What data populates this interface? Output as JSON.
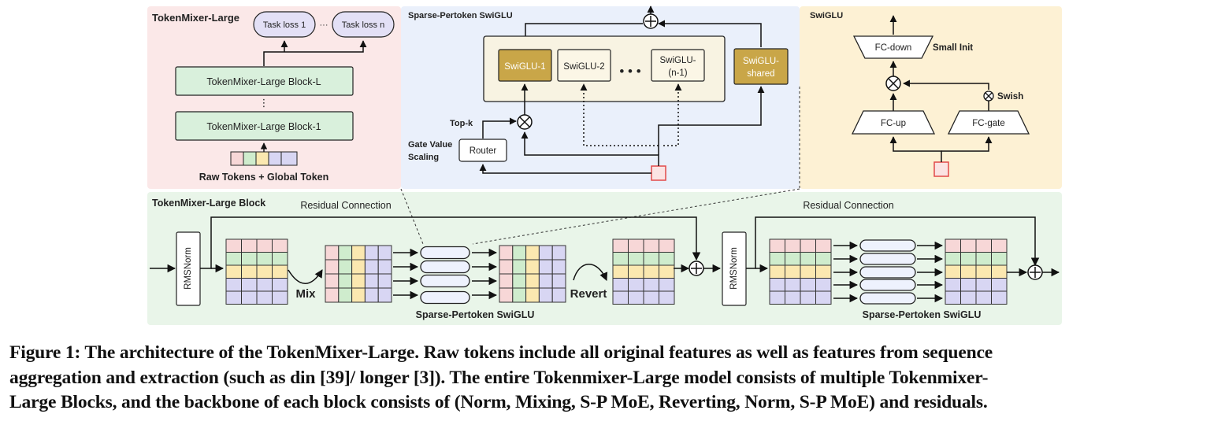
{
  "panels": {
    "tokenmixer_large": {
      "title": "TokenMixer-Large",
      "task_loss_1": "Task loss 1",
      "task_loss_n": "Task loss n",
      "loss_ellipsis": "···",
      "block_L": "TokenMixer-Large Block-L",
      "block_1": "TokenMixer-Large Block-1",
      "vertical_ellipsis": "⋮",
      "raw_tokens": "Raw Tokens + Global Token"
    },
    "sparse_swiglu": {
      "title": "Sparse-Pertoken SwiGLU",
      "expert_1": "SwiGLU-1",
      "expert_2": "SwiGLU-2",
      "expert_dots": "• • •",
      "expert_n1_line1": "SwiGLU-",
      "expert_n1_line2": "(n-1)",
      "shared_line1": "SwiGLU-",
      "shared_line2": "shared",
      "top_k": "Top-k",
      "gate_line1": "Gate Value",
      "gate_line2": "Scaling",
      "router": "Router"
    },
    "swiglu": {
      "title": "SwiGLU",
      "fc_down": "FC-down",
      "small_init": "Small Init",
      "fc_up": "FC-up",
      "fc_gate": "FC-gate",
      "swish": "Swish"
    },
    "block": {
      "title": "TokenMixer-Large Block",
      "residual_1": "Residual Connection",
      "residual_2": "Residual Connection",
      "rmsnorm": "RMSNorm",
      "mix": "Mix",
      "revert": "Revert",
      "sparse_label_1": "Sparse-Pertoken SwiGLU",
      "sparse_label_2": "Sparse-Pertoken SwiGLU"
    }
  },
  "colors": {
    "panel_pink": "#fbe8e8",
    "panel_blue": "#eaf0fb",
    "panel_yellow": "#fdf1d4",
    "panel_green": "#e9f5e9",
    "block_green": "#d9f0dc",
    "loss_purple": "#e3e0f6",
    "expert_gold": "#c9a648",
    "expert_bg": "#f8f3e2",
    "token_pink": "#f7d7d7",
    "token_green": "#cfeccd",
    "token_yellow": "#fbe8b0",
    "token_purple": "#d8d6f3",
    "red": "#e24a4a"
  },
  "caption": [
    "Figure 1: The architecture of the TokenMixer-Large. Raw tokens include all original features as well as features from sequence",
    "aggregation and extraction (such as din [39]/ longer [3]). The entire Tokenmixer-Large model consists of multiple Tokenmixer-",
    "Large Blocks, and the backbone of each block consists of (Norm, Mixing, S-P MoE, Reverting, Norm, S-P MoE) and residuals."
  ]
}
